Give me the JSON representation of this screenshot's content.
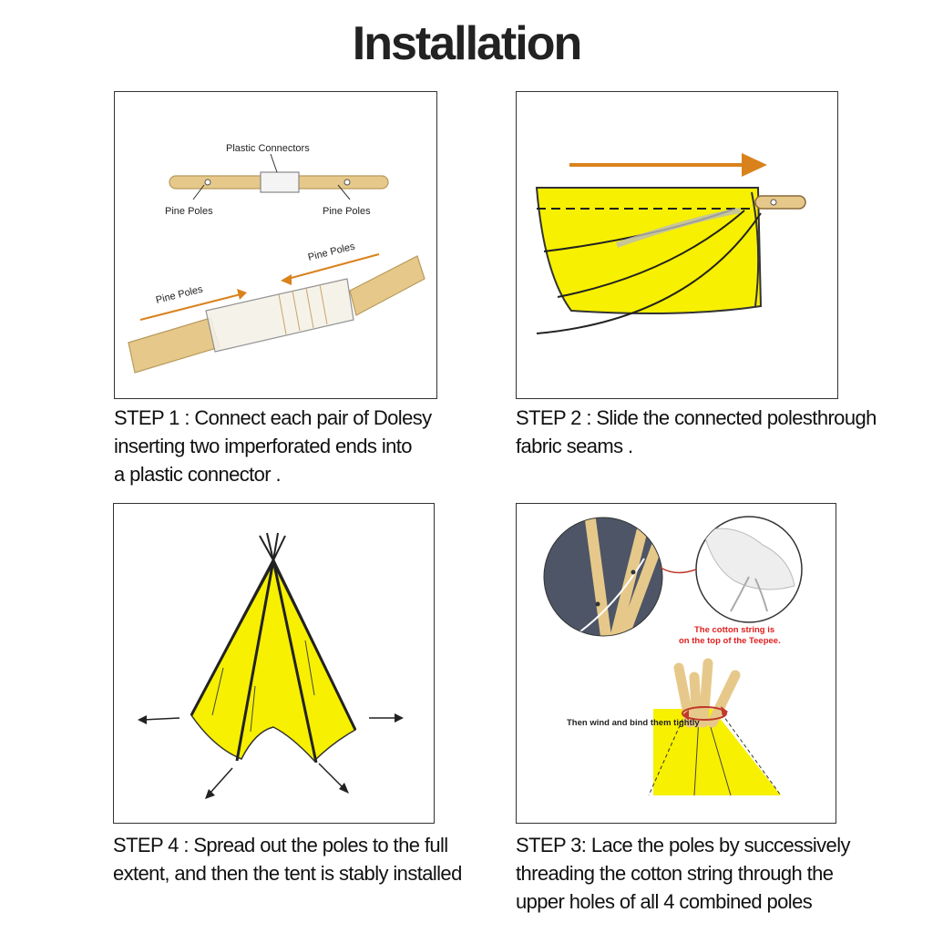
{
  "title": "Installation",
  "step1": {
    "lbl_connectors": "Plastic Connectors",
    "lbl_pine_left": "Pine Poles",
    "lbl_pine_right": "Pine Poles",
    "lbl_pine_bottom_left": "Pine Poles",
    "lbl_pine_bottom_right": "Pine Poles",
    "lines": [
      "STEP 1 : Connect each pair of Dolesy",
      "inserting two imperforated ends into",
      "a plastic connector ."
    ]
  },
  "step2": {
    "lines": [
      "STEP 2 : Slide the connected polesthrough",
      "fabric seams ."
    ]
  },
  "step4": {
    "lines": [
      "STEP 4 : Spread out the poles to the full",
      "extent,  and then the tent is stably installed"
    ]
  },
  "step3": {
    "note_red_1": "The cotton string is",
    "note_red_2": "on the top of the Teepee.",
    "note_wind": "Then wind and bind them tightly",
    "lines": [
      "STEP 3: Lace the poles by successively",
      "threading the cotton string through the",
      " upper holes of all 4 combined poles"
    ]
  },
  "colors": {
    "yellow": "#f7f000",
    "wood": "#e6c98a",
    "arrow_orange": "#d9821c",
    "red_note": "#e02020",
    "circle_dark": "#4d5566"
  }
}
